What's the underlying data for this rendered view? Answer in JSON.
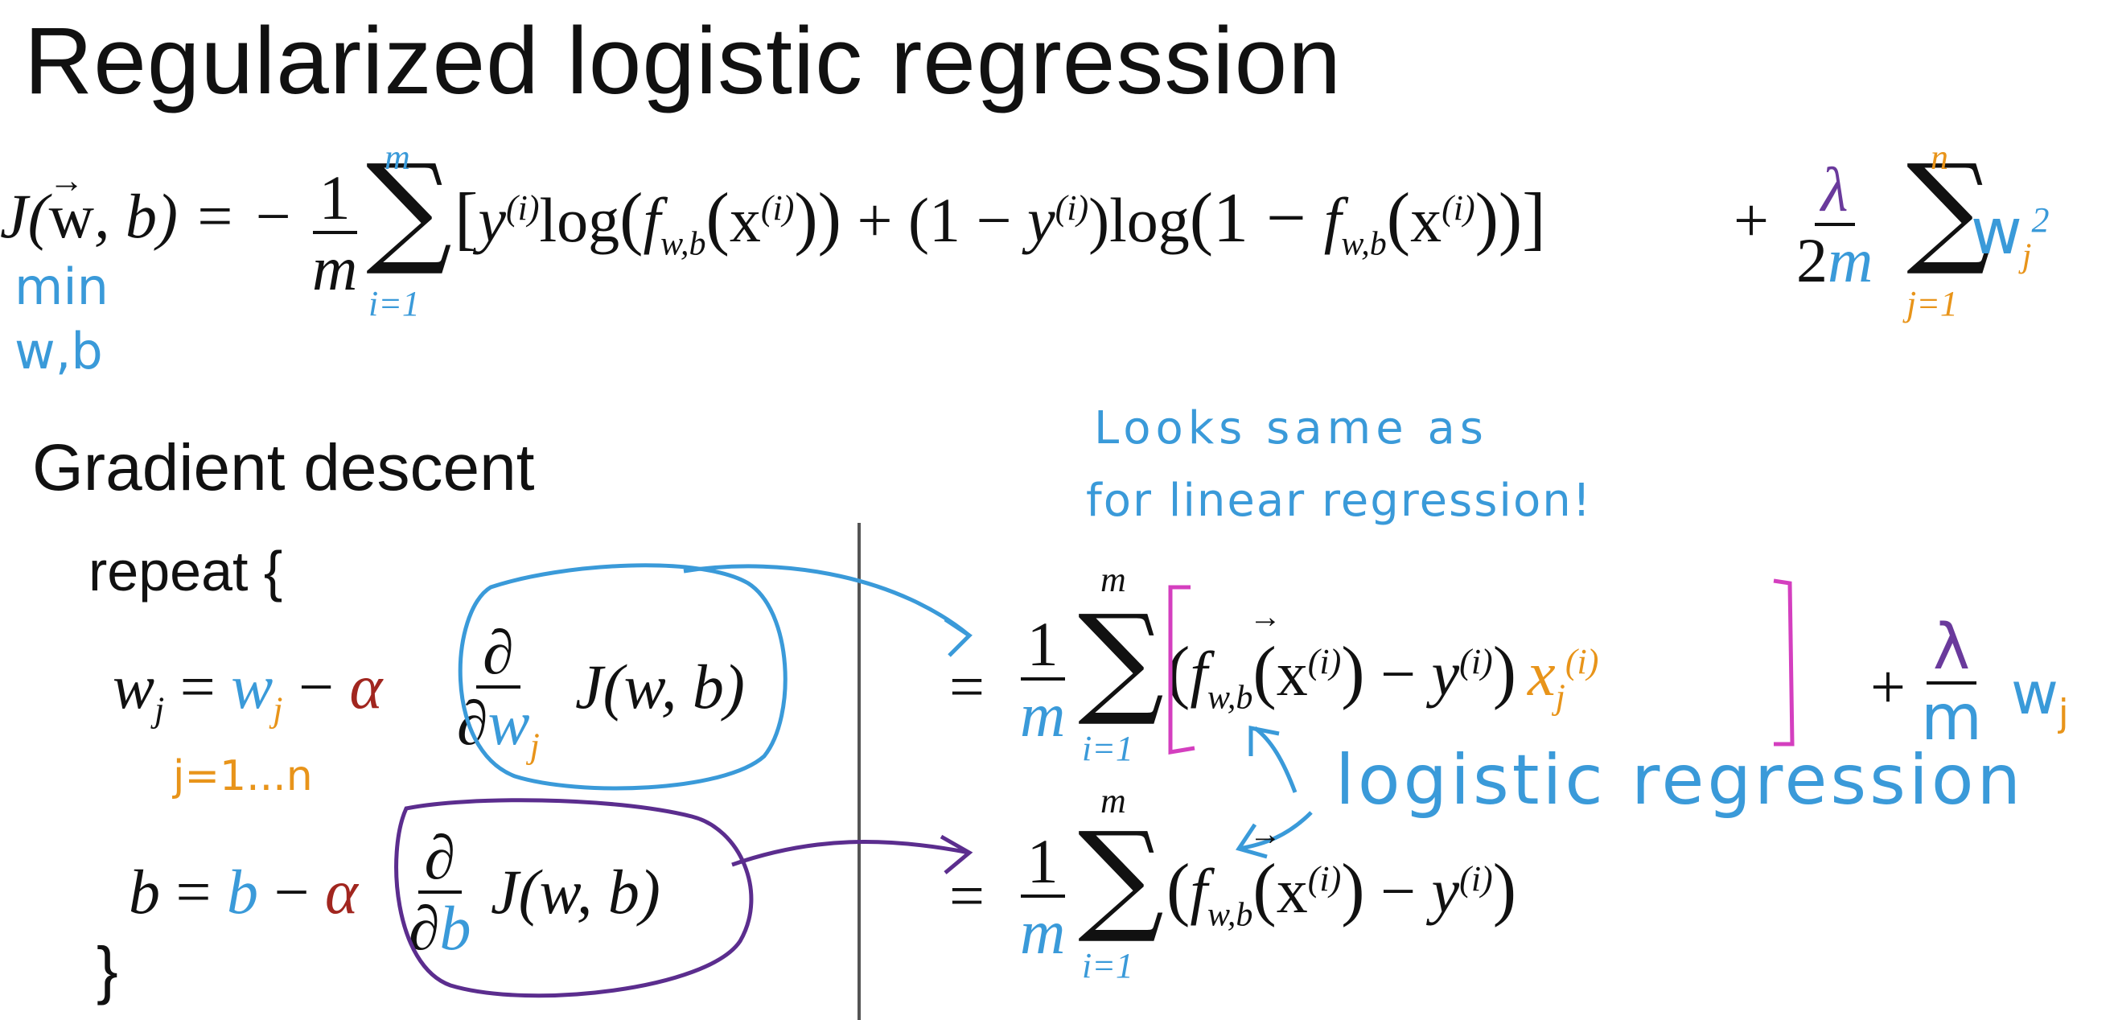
{
  "title": "Regularized logistic regression",
  "cost_function": {
    "J": "J(",
    "w": "w",
    "comma_b": ", b) = −",
    "one": "1",
    "m": "m",
    "sum_upper": "m",
    "sum_lower": "i=1",
    "bracket_open": "[",
    "y_i": "y",
    "sup_i": "(i)",
    "log": "log",
    "paren_open": "(",
    "f": "f",
    "sub_wb": "w,b",
    "x": "x",
    "paren_close_double": "))",
    "plus_one_minus": " + (1 − ",
    "close_y": ")",
    "log_one_minus": "log",
    "one_minus_f": "(1 − ",
    "bracket_close": "]",
    "plus": "+",
    "lambda": "λ",
    "two_m": "2m",
    "sum2_upper": "n",
    "sum2_lower": "j=1",
    "w_j": "w",
    "j_sub": "j",
    "sq": "2",
    "min_note": "min",
    "min_sub": "w,b"
  },
  "gradient": {
    "heading": "Gradient descent",
    "repeat": "repeat {",
    "wj_lhs": "w",
    "j": "j",
    "eq": " = ",
    "minus": " − ",
    "alpha": "α",
    "partial": "∂",
    "J_wb": "J(w, b)",
    "j_range": "j=1...n",
    "b_lhs": "b",
    "b": "b",
    "close_brace": "}"
  },
  "right_side": {
    "note_line1": "Looks same as",
    "note_line2": "for linear regression!",
    "eq": "=",
    "one": "1",
    "m": "m",
    "sum_upper": "m",
    "sum_lower": "i=1",
    "term": "(f",
    "sub_wb": "w,b",
    "x": "(x",
    "sup_i": "(i)",
    "minus_y": ") − y",
    "close": ")",
    "x_j": "x",
    "j": "j",
    "plus": "+",
    "lambda": "λ",
    "w_j": "w",
    "annotation": "logistic regression"
  }
}
